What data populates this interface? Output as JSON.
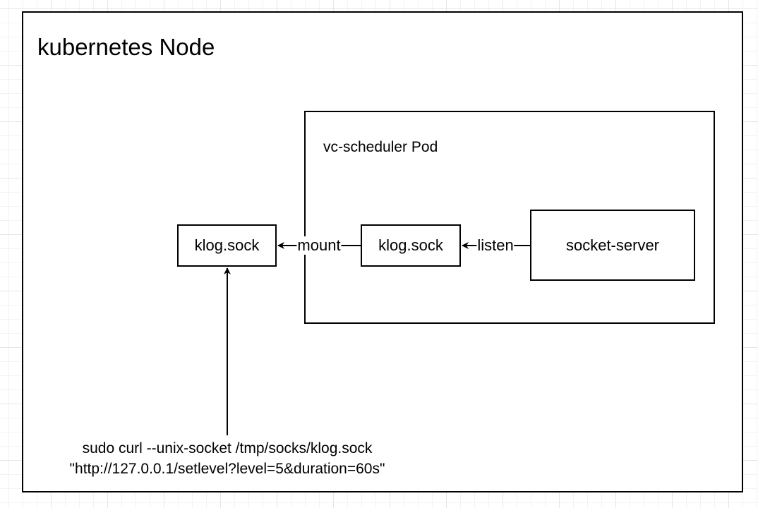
{
  "diagram": {
    "node": {
      "title": "kubernetes Node"
    },
    "pod": {
      "title": "vc-scheduler Pod"
    },
    "boxes": {
      "host_sock": "klog.sock",
      "pod_sock": "klog.sock",
      "server": "socket-server"
    },
    "edges": {
      "mount": "mount",
      "listen": "listen"
    },
    "command": {
      "line1": "sudo curl --unix-socket /tmp/socks/klog.sock",
      "line2": "\"http://127.0.0.1/setlevel?level=5&duration=60s\""
    }
  }
}
